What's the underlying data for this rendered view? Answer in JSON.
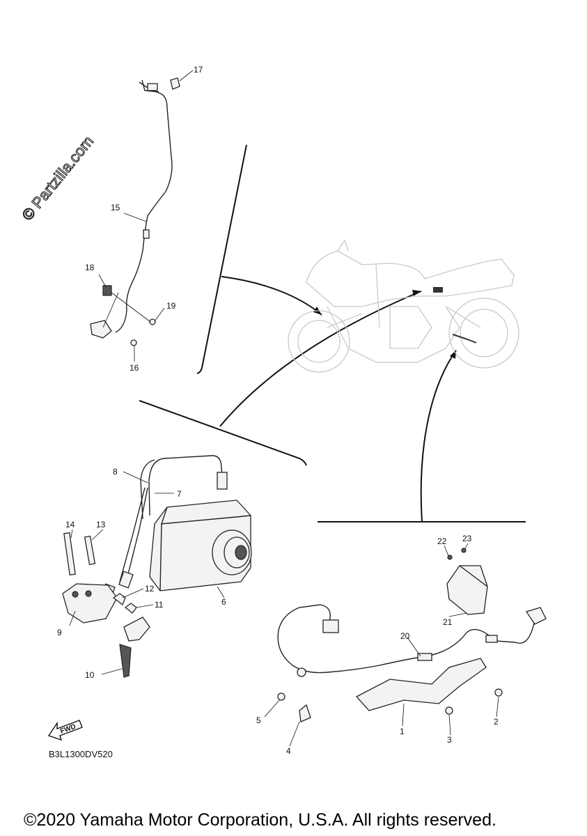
{
  "watermark": "© Partzilla.com",
  "diagram_code": "B3L1300DV520",
  "fwd_label": "FWD",
  "copyright": "©2020 Yamaha Motor Corporation, U.S.A. All rights reserved.",
  "callouts": [
    "1",
    "2",
    "3",
    "4",
    "5",
    "6",
    "7",
    "8",
    "9",
    "10",
    "11",
    "12",
    "13",
    "14",
    "15",
    "16",
    "17",
    "18",
    "19",
    "20",
    "21",
    "22",
    "23"
  ]
}
